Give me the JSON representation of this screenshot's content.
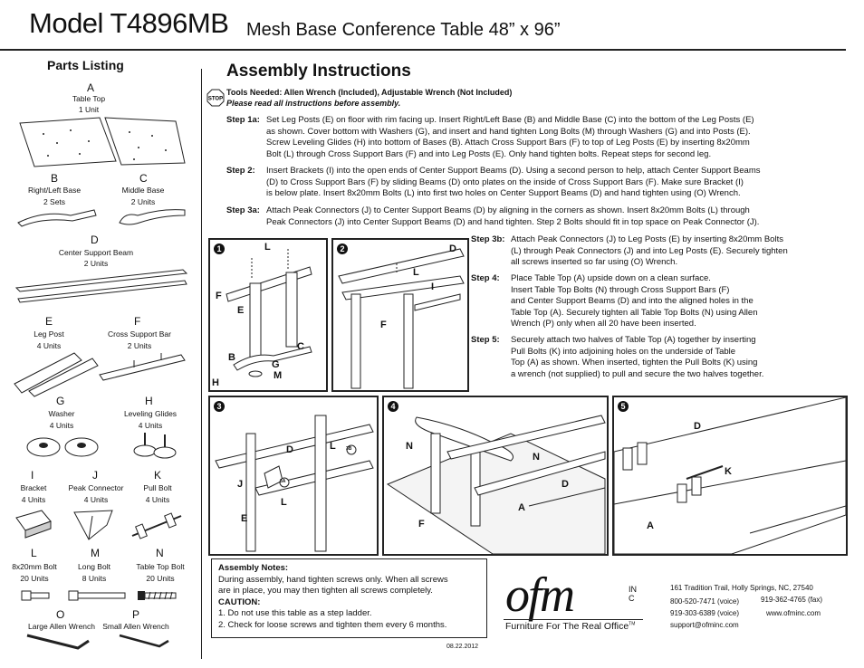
{
  "header": {
    "model": "Model T4896MB",
    "subtitle": "Mesh Base Conference Table 48” x 96”"
  },
  "parts": {
    "heading": "Parts Listing",
    "items": [
      {
        "letter": "A",
        "name": "Table Top",
        "count": "1 Unit"
      },
      {
        "letter": "B",
        "name": "Right/Left Base",
        "count": "2 Sets"
      },
      {
        "letter": "C",
        "name": "Middle Base",
        "count": "2 Units"
      },
      {
        "letter": "D",
        "name": "Center Support Beam",
        "count": "2 Units"
      },
      {
        "letter": "E",
        "name": "Leg Post",
        "count": "4 Units"
      },
      {
        "letter": "F",
        "name": "Cross Support Bar",
        "count": "2 Units"
      },
      {
        "letter": "G",
        "name": "Washer",
        "count": "4 Units"
      },
      {
        "letter": "H",
        "name": "Leveling Glides",
        "count": "4 Units"
      },
      {
        "letter": "I",
        "name": "Bracket",
        "count": "4 Units"
      },
      {
        "letter": "J",
        "name": "Peak Connector",
        "count": "4 Units"
      },
      {
        "letter": "K",
        "name": "Pull Bolt",
        "count": "4 Units"
      },
      {
        "letter": "L",
        "name": "8x20mm Bolt",
        "count": "20 Units"
      },
      {
        "letter": "M",
        "name": "Long Bolt",
        "count": "8 Units"
      },
      {
        "letter": "N",
        "name": "Table Top Bolt",
        "count": "20 Units"
      },
      {
        "letter": "O",
        "name": "Large Allen Wrench",
        "count": ""
      },
      {
        "letter": "P",
        "name": "Small Allen Wrench",
        "count": ""
      }
    ]
  },
  "assembly": {
    "heading": "Assembly Instructions",
    "stop_icon": "STOP",
    "tools": "Tools Needed: Allen Wrench (Included), Adjustable Wrench (Not Included)",
    "tools_note": "Please read all instructions before assembly.",
    "steps": [
      {
        "label": "Step 1a:",
        "lines": [
          "Set Leg Posts (E) on floor with rim facing up. Insert Right/Left Base (B) and Middle Base (C) into the bottom of the Leg Posts (E)",
          "as shown. Cover bottom with Washers (G), and insert and hand tighten Long Bolts (M) through Washers (G) and into Posts (E).",
          "Screw Leveling Glides (H) into bottom of Bases (B). Attach Cross Support Bars (F) to top of Leg Posts (E) by inserting 8x20mm",
          "Bolt (L) through Cross Support Bars (F) and into Leg Posts (E). Only hand tighten bolts. Repeat steps for second leg."
        ]
      },
      {
        "label": "Step 2:",
        "lines": [
          "Insert Brackets (I) into the open ends of Center Support Beams (D). Using a second person to help, attach Center Support Beams",
          "(D) to Cross Support Bars (F) by sliding Beams (D) onto plates on the inside of Cross Support Bars (F). Make sure Bracket (I)",
          "is below plate. Insert 8x20mm Bolts (L) into first two holes on Center Support Beams (D) and hand tighten using (O) Wrench."
        ]
      },
      {
        "label": "Step 3a:",
        "lines": [
          "Attach Peak Connectors (J) to Center Support Beams (D) by aligning in the corners as shown. Insert 8x20mm Bolts (L) through",
          "Peak Connectors (J) into Center Support Beams (D) and hand tighten. Step 2 Bolts should fit in top space on Peak Connector (J)."
        ]
      },
      {
        "label": "Step 3b:",
        "lines": [
          "Attach Peak Connectors (J) to Leg Posts (E) by inserting 8x20mm Bolts",
          "(L) through Peak Connectors (J) and into Leg Posts (E). Securely tighten",
          "all screws inserted so far using (O) Wrench."
        ]
      },
      {
        "label": "Step 4:",
        "lines": [
          "Place Table Top (A) upside down on a clean surface.",
          "Insert Table Top Bolts (N) through Cross Support Bars (F)",
          "and Center Support Beams (D) and into the aligned holes in the",
          "Table Top (A). Securely tighten all Table Top Bolts (N) using Allen",
          "Wrench (P) only when all 20 have been inserted."
        ]
      },
      {
        "label": "Step 5:",
        "lines": [
          "Securely attach two halves of Table Top (A) together by inserting",
          "Pull Bolts (K) into adjoining holes on the underside of Table",
          "Top (A) as shown. When inserted, tighten the Pull Bolts (K) using",
          "a wrench (not supplied) to pull and secure the two halves together."
        ]
      }
    ]
  },
  "figures": {
    "p1": {
      "num": "1",
      "labels": [
        "L",
        "F",
        "E",
        "B",
        "C",
        "G",
        "M",
        "H"
      ]
    },
    "p2": {
      "num": "2",
      "labels": [
        "D",
        "L",
        "I",
        "F"
      ]
    },
    "p3": {
      "num": "3",
      "labels": [
        "D",
        "L",
        "3B",
        "J",
        "3A",
        "L",
        "E"
      ]
    },
    "p4": {
      "num": "4",
      "labels": [
        "N",
        "N",
        "D",
        "A",
        "F"
      ]
    },
    "p5": {
      "num": "5",
      "labels": [
        "D",
        "K",
        "A"
      ]
    }
  },
  "notes": {
    "heading": "Assembly Notes:",
    "body": [
      "During assembly, hand tighten screws only. When all screws",
      "are in place, you may then tighten all screws completely."
    ],
    "caution": "CAUTION:",
    "items": [
      "1. Do not use this table as a step ladder.",
      "2. Check for loose screws and tighten them every 6 months."
    ]
  },
  "brand": {
    "logo": "ofm",
    "inc": "INC",
    "tagline": "Furniture For The Real Office",
    "tm": "TM"
  },
  "contact": {
    "address": "161 Tradition Trail,  Holly Springs, NC, 27540",
    "voice1": "800-520-7471 (voice)",
    "fax": "919-362-4765 (fax)",
    "voice2": "919-303-6389 (voice)",
    "web": "www.ofminc.com",
    "email": "support@ofminc.com"
  },
  "date": "08.22.2012"
}
